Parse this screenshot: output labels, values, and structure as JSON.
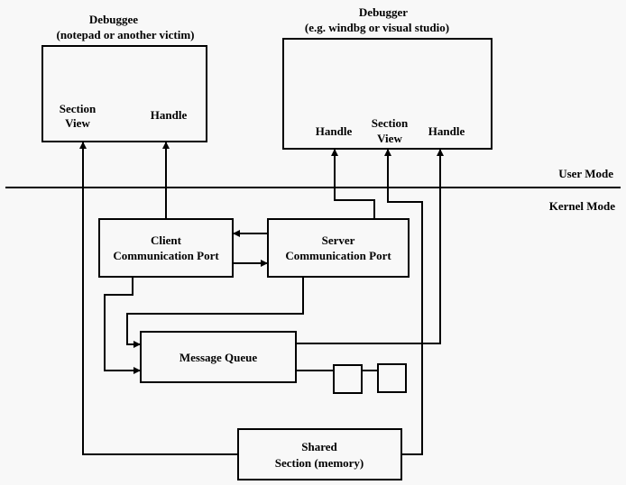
{
  "diagram": {
    "debuggee": {
      "title": "Debuggee",
      "subtitle": "(notepad or another victim)",
      "section_view_1": "Section",
      "section_view_2": "View",
      "handle": "Handle"
    },
    "debugger": {
      "title": "Debugger",
      "subtitle": "(e.g. windbg or visual studio)",
      "handle_left": "Handle",
      "section_view_1": "Section",
      "section_view_2": "View",
      "handle_right": "Handle"
    },
    "modes": {
      "user": "User Mode",
      "kernel": "Kernel Mode"
    },
    "client_port": {
      "line1": "Client",
      "line2": "Communication Port"
    },
    "server_port": {
      "line1": "Server",
      "line2": "Communication Port"
    },
    "message_queue": {
      "label": "Message Queue",
      "queued_items": 2
    },
    "shared_section": {
      "line1": "Shared",
      "line2": "Section (memory)"
    }
  }
}
